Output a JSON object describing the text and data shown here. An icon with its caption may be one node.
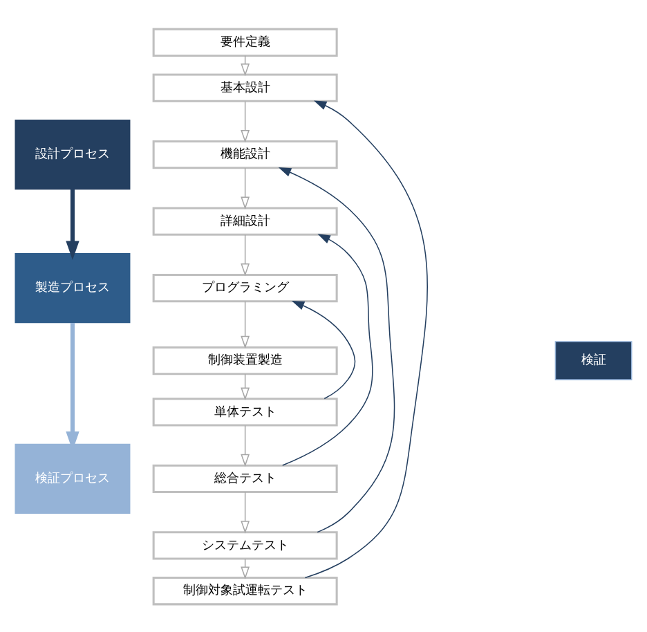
{
  "diagram": {
    "nodes": [
      {
        "text": [
          "設計プロセス"
        ]
      },
      {
        "text": [
          "製造プロセス"
        ]
      },
      {
        "text": [
          "検証プロセス"
        ]
      },
      {
        "text": [
          "要件定義"
        ]
      },
      {
        "text": [
          "基本設計"
        ]
      },
      {
        "text": [
          "機能設計"
        ]
      },
      {
        "text": [
          "詳細設計"
        ]
      },
      {
        "text": [
          "プログラミング"
        ]
      },
      {
        "text": [
          "制御装置製造"
        ]
      },
      {
        "text": [
          "単体テスト"
        ]
      },
      {
        "text": [
          "総合テスト"
        ]
      },
      {
        "text": [
          "システムテスト"
        ]
      },
      {
        "text": [
          "制御対象試運転テスト"
        ]
      },
      {
        "text": [
          "検証"
        ]
      }
    ],
    "edges": [
      {
        "from": 0,
        "to": 1,
        "arrow": "to",
        "style": "thick",
        "color": "#243f60"
      },
      {
        "from": 1,
        "to": 2,
        "arrow": "to",
        "style": "thick",
        "color": "#95b3d7"
      },
      {
        "from": 3,
        "to": 4,
        "arrow": "to"
      },
      {
        "from": 4,
        "to": 5,
        "arrow": "to"
      },
      {
        "from": 5,
        "to": 6,
        "arrow": "to"
      },
      {
        "from": 6,
        "to": 7,
        "arrow": "to"
      },
      {
        "from": 7,
        "to": 8,
        "arrow": "to"
      },
      {
        "from": 8,
        "to": 9,
        "arrow": "to"
      },
      {
        "from": 9,
        "to": 10,
        "arrow": "to"
      },
      {
        "from": 10,
        "to": 11,
        "arrow": "to"
      },
      {
        "from": 11,
        "to": 12,
        "arrow": "to"
      },
      {
        "from": 9,
        "to": 7,
        "arrow": "to",
        "color": "#243f60"
      },
      {
        "from": 10,
        "to": 6,
        "arrow": "to",
        "color": "#243f60"
      },
      {
        "from": 11,
        "to": 5,
        "arrow": "to",
        "color": "#243f60"
      },
      {
        "from": 12,
        "to": 4,
        "arrow": "to",
        "color": "#243f60"
      }
    ]
  }
}
